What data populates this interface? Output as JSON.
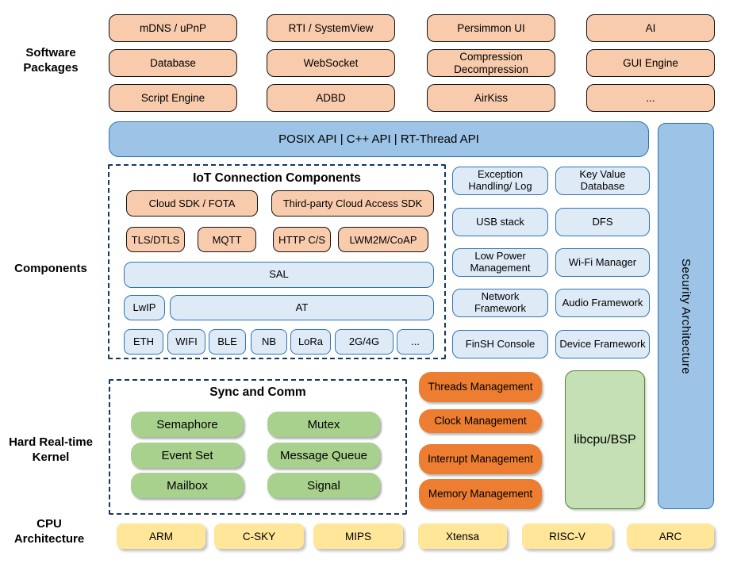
{
  "side_labels": {
    "software_packages": "Software Packages",
    "components": "Components",
    "kernel": "Hard Real-time Kernel",
    "cpu": "CPU Architecture"
  },
  "packages": [
    "mDNS / uPnP",
    "RTI / SystemView",
    "Persimmon UI",
    "AI",
    "Database",
    "WebSocket",
    "Compression Decompression",
    "GUI Engine",
    "Script Engine",
    "ADBD",
    "AirKiss",
    "..."
  ],
  "api_bar_label": "POSIX API | C++ API | RT-Thread API",
  "security_bar_label": "Security Architecture",
  "iot": {
    "title": "IoT Connection Components",
    "sdk": [
      "Cloud SDK / FOTA",
      "Third-party Cloud Access SDK"
    ],
    "protocols": [
      "TLS/DTLS",
      "MQTT",
      "HTTP C/S",
      "LWM2M/CoAP"
    ],
    "sal": "SAL",
    "lwip": "LwIP",
    "at": "AT",
    "links": [
      "ETH",
      "WIFI",
      "BLE",
      "NB",
      "LoRa",
      "2G/4G",
      "..."
    ]
  },
  "services": [
    "Exception Handling/ Log",
    "Key Value Database",
    "USB stack",
    "DFS",
    "Low Power Management",
    "Wi-Fi Manager",
    "Network Framework",
    "Audio Framework",
    "FinSH Console",
    "Device Framework"
  ],
  "kernel": {
    "title": "Sync and Comm",
    "sync": [
      "Semaphore",
      "Mutex",
      "Event Set",
      "Message Queue",
      "Mailbox",
      "Signal"
    ],
    "mgmt": [
      "Threads Management",
      "Clock Management",
      "Interrupt Management",
      "Memory Management"
    ],
    "libcpu": "libcpu/BSP"
  },
  "cpu_architectures": [
    "ARM",
    "C-SKY",
    "MIPS",
    "Xtensa",
    "RISC-V",
    "ARC"
  ],
  "colors": {
    "package_fill": "#F8CBAD",
    "api_bar_fill": "#9DC3E6",
    "api_bar_border": "#2E74B5",
    "component_fill": "#DEEAF6",
    "sync_fill": "#A9D18E",
    "management_fill": "#ED7D31",
    "libcpu_fill": "#C5E0B4",
    "cpu_fill": "#FFE699",
    "dashed_border": "#17375E"
  }
}
